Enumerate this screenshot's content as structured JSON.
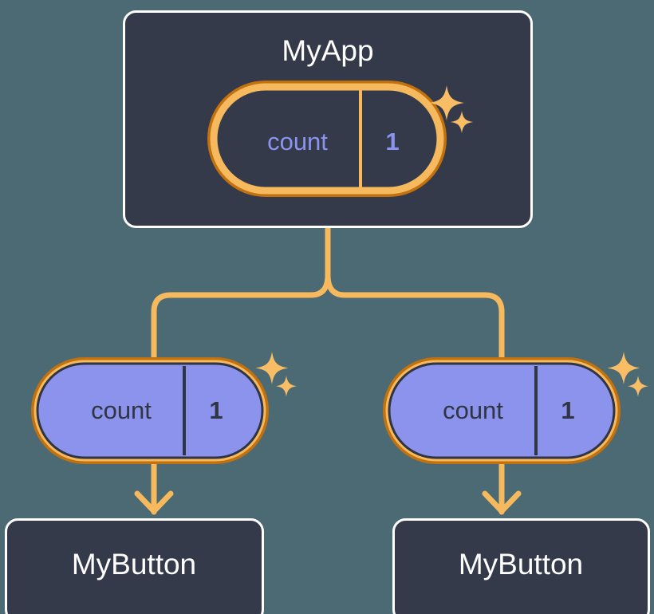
{
  "theme": {
    "background": "#4c6a73",
    "card_fill": "#343a4a",
    "card_border": "#ffffff",
    "card_title_color": "#ffffff",
    "ring_outer": "#c2710f",
    "ring_inner": "#f7b95e",
    "pill_fill_active": "#8c93ed",
    "pill_fill_hollow": "#343a4a",
    "pill_outline_dark": "#2f3542",
    "connector": "#f7b95e",
    "sparkle": "#f9bd66",
    "text_on_purple": "#2f3542",
    "text_on_dark": "#8c93ed"
  },
  "nodes": {
    "root": {
      "title": "MyApp",
      "signal": {
        "key": "count",
        "value": "1",
        "style": "hollow",
        "sparkles": true
      }
    },
    "branches": [
      {
        "signal": {
          "key": "count",
          "value": "1",
          "style": "filled",
          "sparkles": true
        },
        "child": {
          "title": "MyButton"
        }
      },
      {
        "signal": {
          "key": "count",
          "value": "1",
          "style": "filled",
          "sparkles": true
        },
        "child": {
          "title": "MyButton"
        }
      }
    ]
  },
  "icons": {
    "sparkle_large": "sparkle-four-point-icon",
    "sparkle_small": "sparkle-four-point-small-icon",
    "arrow_down": "arrow-down-icon",
    "branch_connector": "branch-connector-icon"
  }
}
